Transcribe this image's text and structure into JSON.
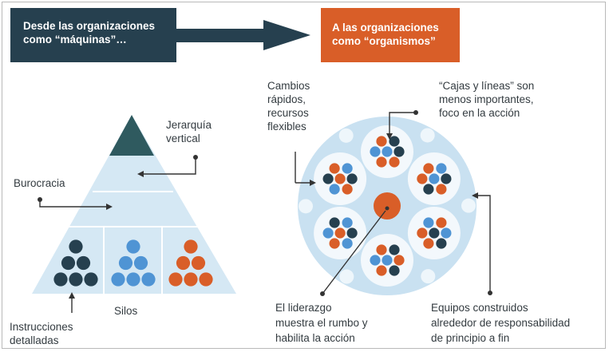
{
  "header": {
    "from_label_line1": "Desde las organizaciones",
    "from_label_line2": "como “máquinas”…",
    "to_label_line1": "A las organizaciones",
    "to_label_line2": "como “organismos”"
  },
  "pyramid": {
    "hierarchy_line1": "Jerarquía",
    "hierarchy_line2": "vertical",
    "bureaucracy": "Burocracia",
    "silos": "Silos",
    "instructions_line1": "Instrucciones",
    "instructions_line2": "detalladas"
  },
  "organism": {
    "changes_line1": "Cambios",
    "changes_line2": "rápidos,",
    "changes_line3": "recursos",
    "changes_line4": "flexibles",
    "boxes_line1": "“Cajas y líneas” son",
    "boxes_line2": "menos importantes,",
    "boxes_line3": "foco en la acción",
    "leadership_line1": "El liderazgo",
    "leadership_line2": "muestra el rumbo y",
    "leadership_line3": "habilita la acción",
    "teams_line1": "Equipos construidos",
    "teams_line2": "alrededor de responsabilidad",
    "teams_line3": "de principio a fin"
  },
  "colors": {
    "dark": "#26404f",
    "orange": "#d95e28",
    "blue": "#4f94d4",
    "pyramid_fill": "#d5e8f4",
    "organism_fill": "#c9e1f1"
  }
}
